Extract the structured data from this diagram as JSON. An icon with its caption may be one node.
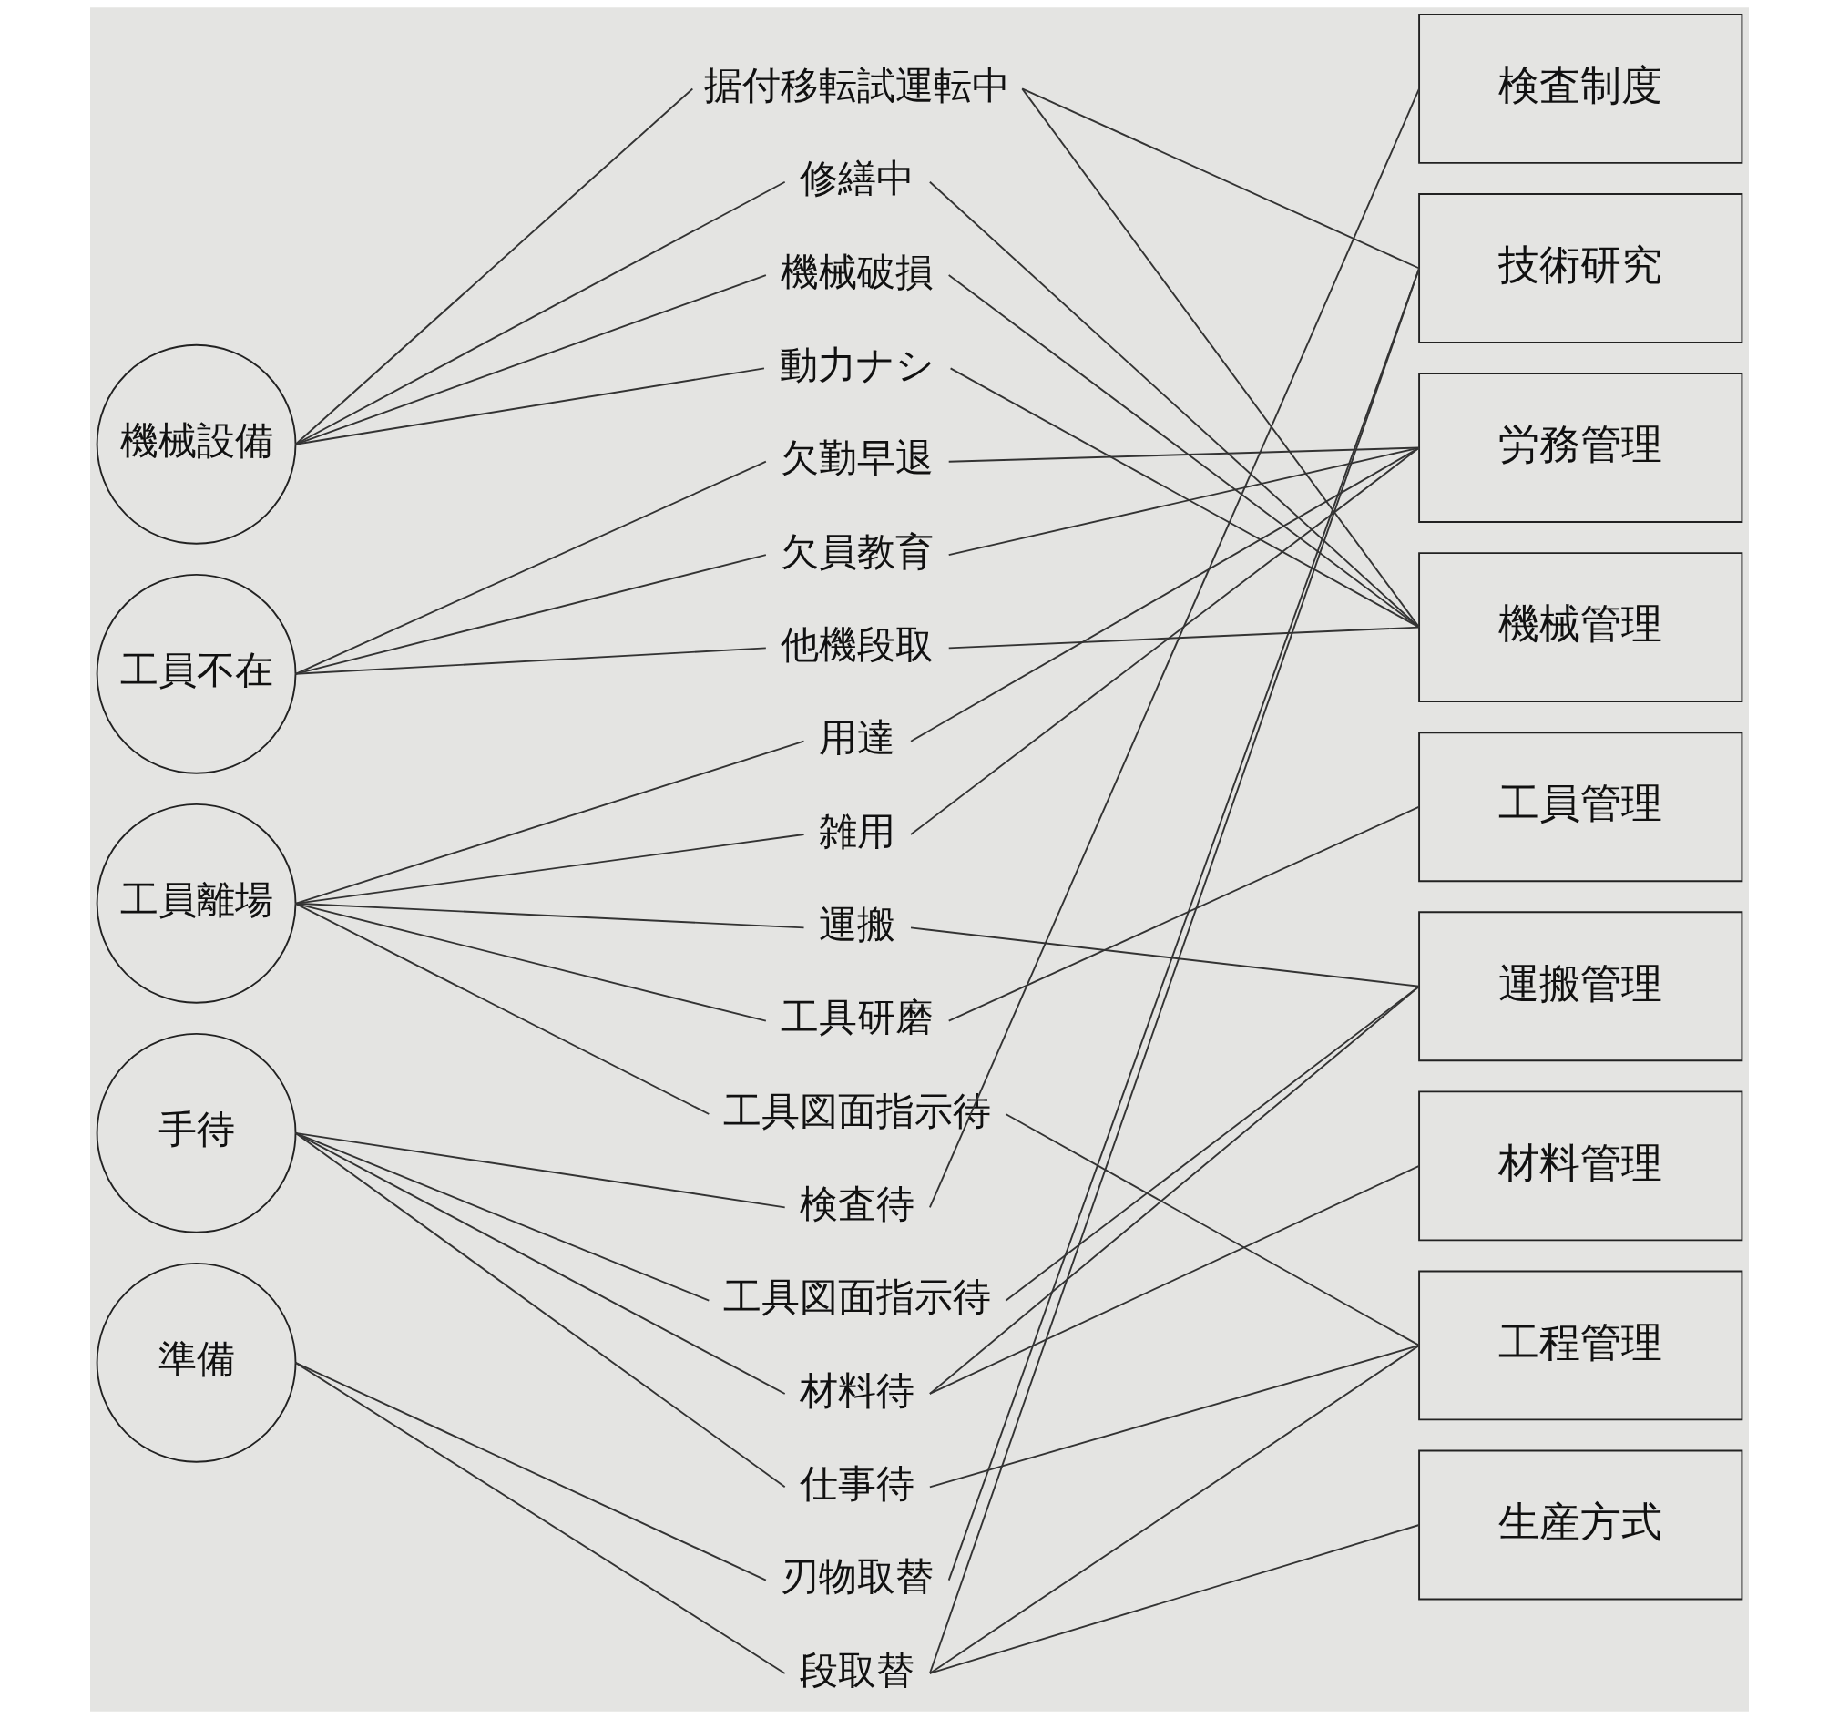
{
  "diagram": {
    "nodes": [
      {
        "text": [
          "機械設備"
        ]
      },
      {
        "text": [
          "据付移転試運転中"
        ]
      },
      {
        "text": [
          "修繕中"
        ]
      },
      {
        "text": [
          "機械破損"
        ]
      },
      {
        "text": [
          "動力ナシ"
        ]
      },
      {
        "text": [
          "工員不在"
        ]
      },
      {
        "text": [
          "欠勤早退"
        ]
      },
      {
        "text": [
          "欠員教育"
        ]
      },
      {
        "text": [
          "他機段取"
        ]
      },
      {
        "text": [
          "工員離場"
        ]
      },
      {
        "text": [
          "用達"
        ]
      },
      {
        "text": [
          "雑用"
        ]
      },
      {
        "text": [
          "運搬"
        ]
      },
      {
        "text": [
          "工具研磨"
        ]
      },
      {
        "text": [
          "工具図面指示待"
        ]
      },
      {
        "text": [
          "手待"
        ]
      },
      {
        "text": [
          "検査待"
        ]
      },
      {
        "text": [
          "工具図面指示待"
        ]
      },
      {
        "text": [
          "材料待"
        ]
      },
      {
        "text": [
          "仕事待"
        ]
      },
      {
        "text": [
          "準備"
        ]
      },
      {
        "text": [
          "刃物取替"
        ]
      },
      {
        "text": [
          "段取替"
        ]
      },
      {
        "text": [
          "検査制度"
        ]
      },
      {
        "text": [
          "技術研究"
        ]
      },
      {
        "text": [
          "労務管理"
        ]
      },
      {
        "text": [
          "機械管理"
        ]
      },
      {
        "text": [
          "工員管理"
        ]
      },
      {
        "text": [
          "運搬管理"
        ]
      },
      {
        "text": [
          "材料管理"
        ]
      },
      {
        "text": [
          "工程管理"
        ]
      },
      {
        "text": [
          "生産方式"
        ]
      }
    ],
    "edges": [
      {
        "from": 0,
        "to": 1,
        "arrow": "none"
      },
      {
        "from": 0,
        "to": 2,
        "arrow": "none"
      },
      {
        "from": 0,
        "to": 3,
        "arrow": "none"
      },
      {
        "from": 0,
        "to": 4,
        "arrow": "none"
      },
      {
        "from": 5,
        "to": 6,
        "arrow": "none"
      },
      {
        "from": 5,
        "to": 7,
        "arrow": "none"
      },
      {
        "from": 5,
        "to": 8,
        "arrow": "none"
      },
      {
        "from": 9,
        "to": 10,
        "arrow": "none"
      },
      {
        "from": 9,
        "to": 11,
        "arrow": "none"
      },
      {
        "from": 9,
        "to": 12,
        "arrow": "none"
      },
      {
        "from": 9,
        "to": 13,
        "arrow": "none"
      },
      {
        "from": 9,
        "to": 14,
        "arrow": "none"
      },
      {
        "from": 15,
        "to": 16,
        "arrow": "none"
      },
      {
        "from": 15,
        "to": 17,
        "arrow": "none"
      },
      {
        "from": 15,
        "to": 18,
        "arrow": "none"
      },
      {
        "from": 15,
        "to": 19,
        "arrow": "none"
      },
      {
        "from": 20,
        "to": 21,
        "arrow": "none"
      },
      {
        "from": 20,
        "to": 22,
        "arrow": "none"
      },
      {
        "from": 1,
        "to": 24,
        "arrow": "none"
      },
      {
        "from": 1,
        "to": 26,
        "arrow": "none"
      },
      {
        "from": 2,
        "to": 26,
        "arrow": "none"
      },
      {
        "from": 3,
        "to": 26,
        "arrow": "none"
      },
      {
        "from": 4,
        "to": 26,
        "arrow": "none"
      },
      {
        "from": 6,
        "to": 25,
        "arrow": "none"
      },
      {
        "from": 7,
        "to": 25,
        "arrow": "none"
      },
      {
        "from": 8,
        "to": 26,
        "arrow": "none"
      },
      {
        "from": 10,
        "to": 25,
        "arrow": "none"
      },
      {
        "from": 11,
        "to": 25,
        "arrow": "none"
      },
      {
        "from": 12,
        "to": 28,
        "arrow": "none"
      },
      {
        "from": 13,
        "to": 27,
        "arrow": "none"
      },
      {
        "from": 14,
        "to": 30,
        "arrow": "none"
      },
      {
        "from": 16,
        "to": 23,
        "arrow": "none"
      },
      {
        "from": 17,
        "to": 28,
        "arrow": "none"
      },
      {
        "from": 18,
        "to": 28,
        "arrow": "none"
      },
      {
        "from": 18,
        "to": 29,
        "arrow": "none"
      },
      {
        "from": 19,
        "to": 30,
        "arrow": "none"
      },
      {
        "from": 21,
        "to": 24,
        "arrow": "none"
      },
      {
        "from": 22,
        "to": 24,
        "arrow": "none"
      },
      {
        "from": 22,
        "to": 30,
        "arrow": "none"
      },
      {
        "from": 22,
        "to": 31,
        "arrow": "none"
      }
    ]
  }
}
